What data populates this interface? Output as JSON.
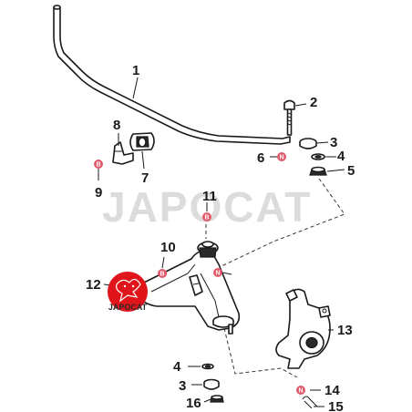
{
  "watermark": {
    "text": "JAPOCAT"
  },
  "logo": {
    "text": "JAPOCAT",
    "color": "#e0141b"
  },
  "colors": {
    "badge": "#e05a6a",
    "line": "#1a1a1a",
    "dash": "#333333"
  },
  "callouts": [
    {
      "id": "1",
      "label": "1"
    },
    {
      "id": "2",
      "label": "2"
    },
    {
      "id": "3a",
      "label": "3"
    },
    {
      "id": "4a",
      "label": "4"
    },
    {
      "id": "5",
      "label": "5"
    },
    {
      "id": "6",
      "label": "6"
    },
    {
      "id": "7",
      "label": "7"
    },
    {
      "id": "8",
      "label": "8"
    },
    {
      "id": "9",
      "label": "9"
    },
    {
      "id": "10",
      "label": "10"
    },
    {
      "id": "11",
      "label": "11"
    },
    {
      "id": "12",
      "label": "12"
    },
    {
      "id": "13",
      "label": "13"
    },
    {
      "id": "4b",
      "label": "4"
    },
    {
      "id": "3b",
      "label": "3"
    },
    {
      "id": "16",
      "label": "16"
    },
    {
      "id": "14",
      "label": "14"
    },
    {
      "id": "15",
      "label": "15"
    }
  ],
  "badges": [
    {
      "id": "b6",
      "letter": "N"
    },
    {
      "id": "b9",
      "letter": "B"
    },
    {
      "id": "b11",
      "letter": "B"
    },
    {
      "id": "b10",
      "letter": "B"
    },
    {
      "id": "b10n",
      "letter": "N"
    },
    {
      "id": "b14",
      "letter": "N"
    }
  ]
}
